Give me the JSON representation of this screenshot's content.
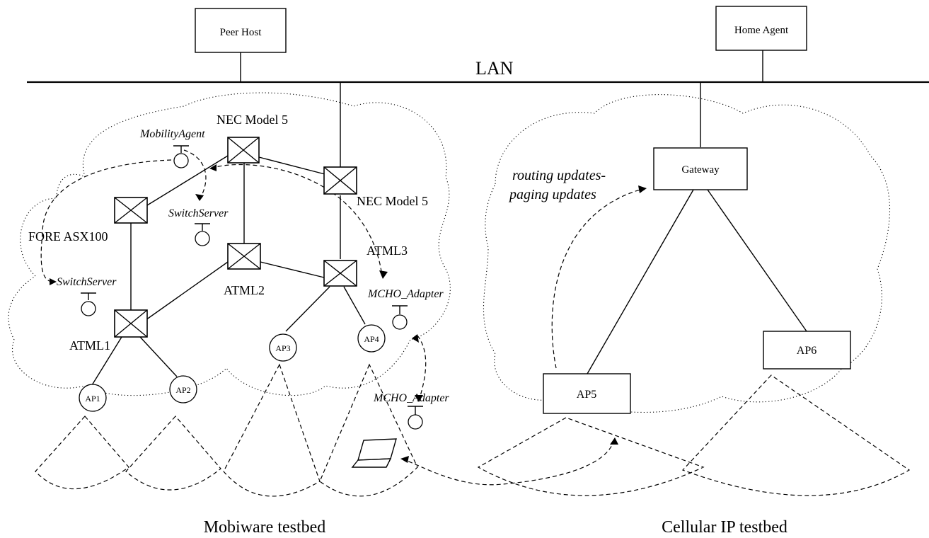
{
  "hosts": {
    "peer_host": "Peer Host",
    "home_agent": "Home Agent"
  },
  "network": {
    "lan": "LAN"
  },
  "mobiware": {
    "switches": {
      "nec_top": "NEC Model 5",
      "nec_right": "NEC Model 5",
      "fore": "FORE ASX100",
      "atml1": "ATML1",
      "atml2": "ATML2",
      "atml3": "ATML3"
    },
    "agents": {
      "mobility_agent": "MobilityAgent",
      "switch_server_center": "SwitchServer",
      "switch_server_left": "SwitchServer",
      "mcho_adapter_upper": "MCHO_Adapter",
      "mcho_adapter_lower": "MCHO_Adapter"
    },
    "access_points": [
      "AP1",
      "AP2",
      "AP3",
      "AP4"
    ],
    "caption": "Mobiware testbed"
  },
  "cellular_ip": {
    "gateway": "Gateway",
    "access_points": [
      "AP5",
      "AP6"
    ],
    "updates_line1": "routing updates-",
    "updates_line2": "paging updates",
    "caption": "Cellular IP testbed"
  },
  "icons": {
    "atm_switch": "atm-switch-icon",
    "agent": "agent-icon",
    "laptop": "laptop-icon"
  },
  "colors": {
    "ink": "#000000",
    "background": "#ffffff"
  }
}
